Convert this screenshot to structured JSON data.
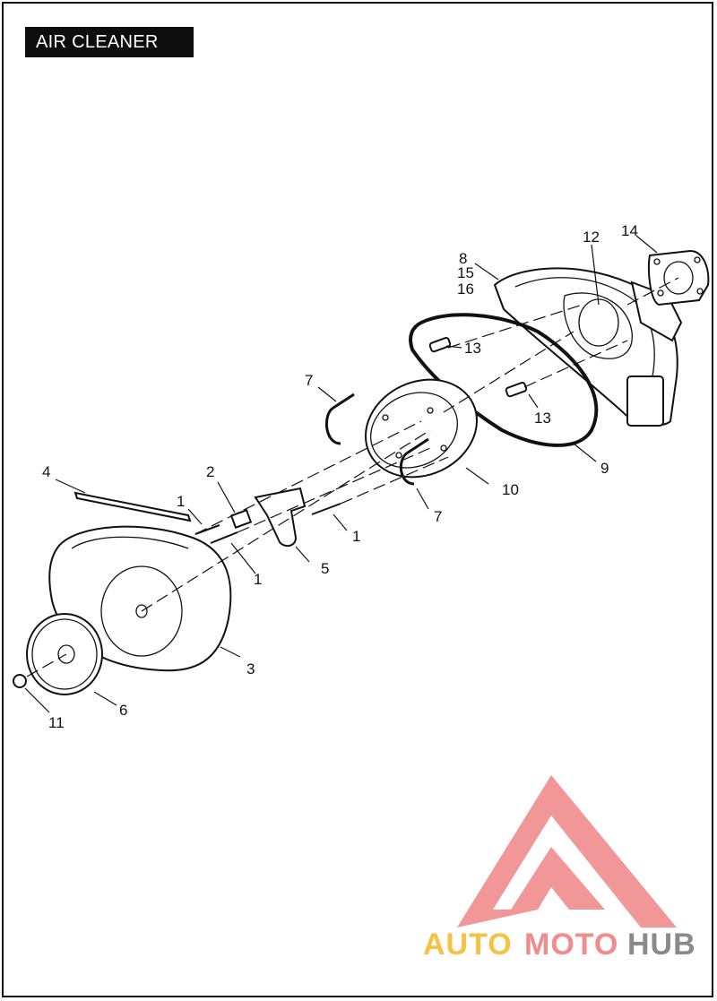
{
  "title": "AIR CLEANER",
  "callouts": [
    {
      "id": "c1a",
      "label": "1"
    },
    {
      "id": "c1b",
      "label": "1"
    },
    {
      "id": "c1c",
      "label": "1"
    },
    {
      "id": "c2",
      "label": "2"
    },
    {
      "id": "c3",
      "label": "3"
    },
    {
      "id": "c4",
      "label": "4"
    },
    {
      "id": "c5",
      "label": "5"
    },
    {
      "id": "c6",
      "label": "6"
    },
    {
      "id": "c7a",
      "label": "7"
    },
    {
      "id": "c7b",
      "label": "7"
    },
    {
      "id": "c8",
      "label": "8"
    },
    {
      "id": "c9",
      "label": "9"
    },
    {
      "id": "c10",
      "label": "10"
    },
    {
      "id": "c11",
      "label": "11"
    },
    {
      "id": "c12",
      "label": "12"
    },
    {
      "id": "c13a",
      "label": "13"
    },
    {
      "id": "c13b",
      "label": "13"
    },
    {
      "id": "c14",
      "label": "14"
    },
    {
      "id": "c15",
      "label": "15"
    },
    {
      "id": "c16",
      "label": "16"
    }
  ],
  "watermark": {
    "part1": "AUTO",
    "part2": "MOTO",
    "part3": "HUB",
    "color_main": "#f08c8c",
    "color_auto": "#f5c243",
    "color_hub": "#8a8a8a"
  }
}
